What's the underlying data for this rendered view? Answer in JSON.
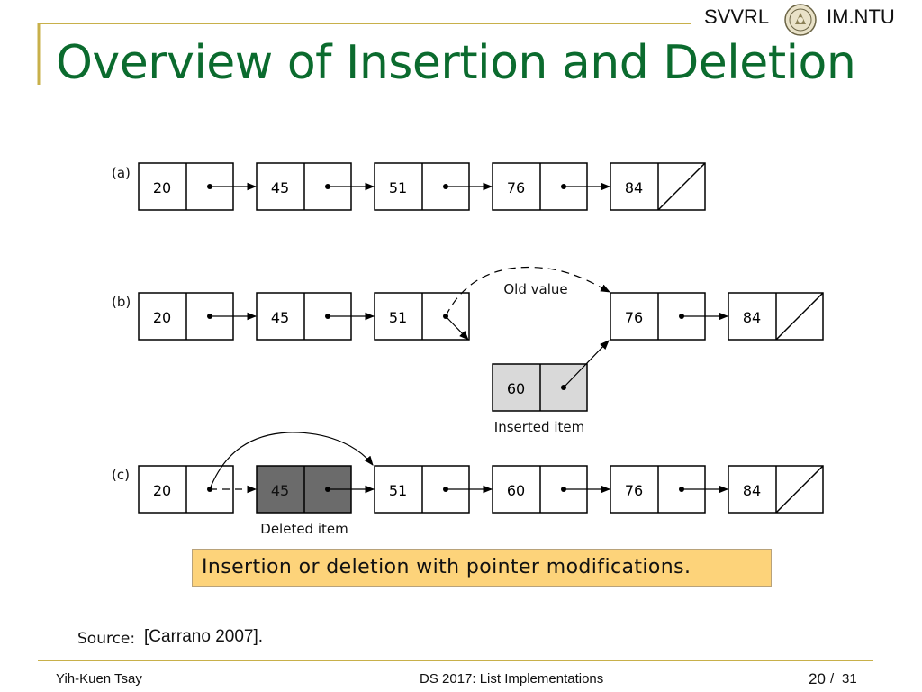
{
  "header": {
    "org_left": "SVVRL",
    "org_right": "IM.NTU",
    "accent_color": "#c8b04a"
  },
  "title": "Overview of Insertion and Deletion",
  "title_color": "#0b6b2e",
  "diagram": {
    "panel_a": {
      "label": "(a)",
      "nodes": [
        "20",
        "45",
        "51",
        "76",
        "84"
      ]
    },
    "panel_b": {
      "label": "(b)",
      "nodes": [
        "20",
        "45",
        "51",
        "76",
        "84"
      ],
      "inserted_node": "60",
      "old_value_label": "Old value",
      "inserted_label": "Inserted item"
    },
    "panel_c": {
      "label": "(c)",
      "nodes": [
        "20",
        "45",
        "51",
        "60",
        "76",
        "84"
      ],
      "deleted_label": "Deleted item"
    }
  },
  "callout": {
    "text": "Insertion or deletion with pointer modifications.",
    "color": "#fdd37a"
  },
  "source": {
    "label": "Source:",
    "ref": "[Carrano 2007]."
  },
  "footer": {
    "author": "Yih-Kuen Tsay",
    "course": "DS 2017: List Implementations",
    "page": "20",
    "separator": "/",
    "total": "31"
  }
}
